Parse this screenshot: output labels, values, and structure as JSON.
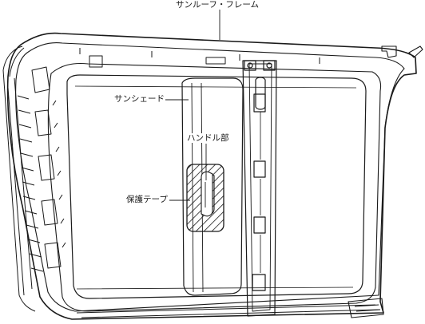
{
  "labels": {
    "sunroof_frame": "サンルーフ・フレーム",
    "sunshade": "サンシェード",
    "handle": "ハンドル部",
    "protective_tape": "保護テープ"
  },
  "colors": {
    "line": "#1a1a1a",
    "background": "#ffffff"
  }
}
